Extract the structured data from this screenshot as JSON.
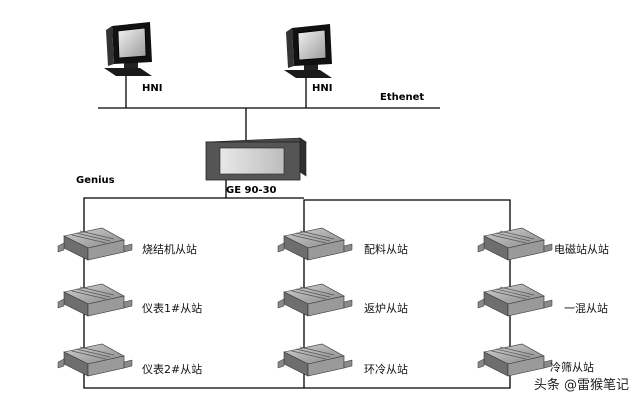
{
  "labels": {
    "hmi_left": "HNI",
    "hmi_right": "HNI",
    "ethernet": "Ethenet",
    "genius": "Genius",
    "plc": "GE 90-30"
  },
  "stations": {
    "col1": [
      "烧结机从站",
      "仪表1#从站",
      "仪表2#从站"
    ],
    "col2": [
      "配料从站",
      "返炉从站",
      "环冷从站"
    ],
    "col3": [
      "电磁站从站",
      "一混从站",
      "冷筛从站"
    ]
  },
  "watermark": "头条 @雷猴笔记"
}
